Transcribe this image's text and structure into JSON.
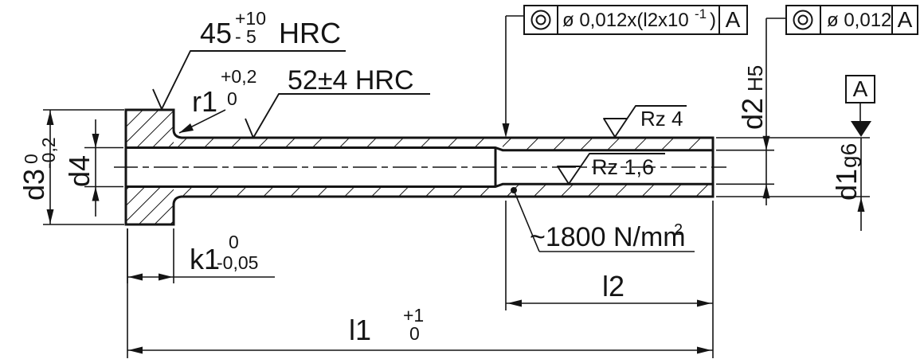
{
  "drawing": {
    "kind": "ejector-sleeve-section-drawing",
    "colors": {
      "ink": "#141414",
      "bg": "#ffffff"
    },
    "dims": {
      "d3": {
        "name": "d3",
        "tol_upper": "0",
        "tol_lower": "-0,2"
      },
      "d4": {
        "name": "d4"
      },
      "k1": {
        "name": "k1",
        "tol_upper": "0",
        "tol_lower": "-0,05"
      },
      "l1": {
        "name": "l1",
        "tol_upper": "+1",
        "tol_lower": "0"
      },
      "l2": {
        "name": "l2"
      },
      "d2": {
        "name": "d2",
        "fit": "H5"
      },
      "d1": {
        "name": "d1",
        "fit": "g6"
      }
    },
    "notes": {
      "hardness_head": {
        "value": "45",
        "tol_upper": "+10",
        "tol_lower": "- 5",
        "unit": "HRC"
      },
      "edge_radius": {
        "name": "r1",
        "tol_upper": "+0,2",
        "tol_lower": "0"
      },
      "hardness_surface": "52±4 HRC",
      "roughness_outer": "Rz 4",
      "roughness_bore": "Rz 1,6",
      "tensile_strength": {
        "main": "~1800 N/mm",
        "sup": "2"
      }
    },
    "fcf1": {
      "symbol_icon": "concentricity-icon",
      "value_main": "ø 0,012x(l2x10",
      "value_sup": "-1",
      "value_close": ")",
      "datum": "A"
    },
    "fcf2": {
      "symbol_icon": "concentricity-icon",
      "value_main": "ø 0,012",
      "datum": "A"
    },
    "datum_label": "A"
  }
}
